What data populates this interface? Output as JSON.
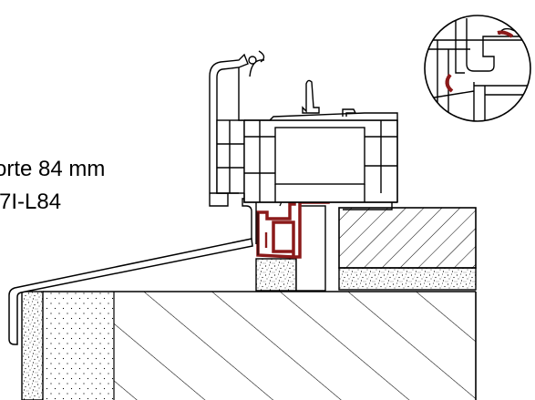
{
  "caption": {
    "line1": "orte 84 mm",
    "line2": "7I-L84"
  },
  "colors": {
    "profile_line": "#000000",
    "seal_red": "#8b1a1a",
    "background": "#ffffff"
  },
  "detail_callout": {
    "shape": "circle",
    "content": "magnified seal detail"
  }
}
